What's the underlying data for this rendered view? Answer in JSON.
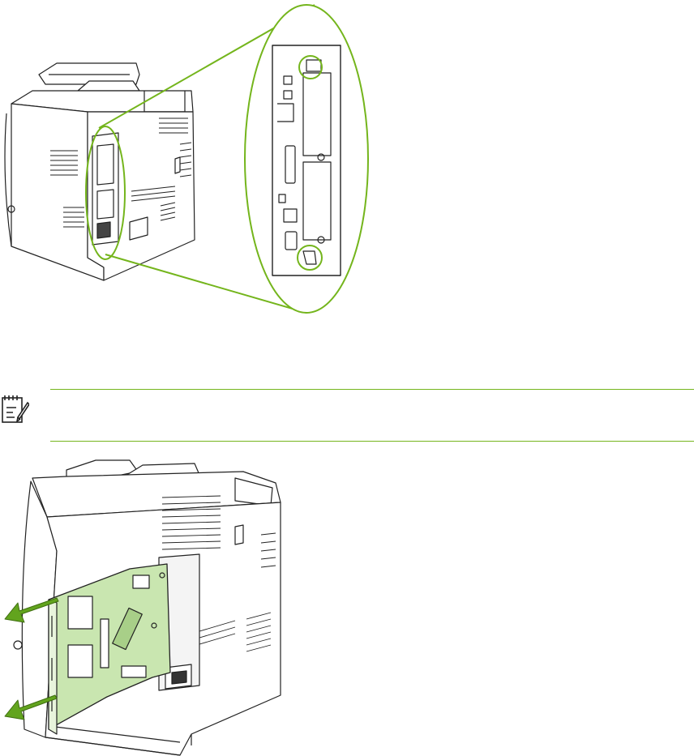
{
  "page": {
    "accent_color": "#74b51c",
    "line_color": "#222222"
  },
  "figure_top": {
    "subject": "printer-rear-view-with-formatter-callout",
    "callout_highlights": [
      "top-thumbscrew",
      "bottom-thumbscrew"
    ]
  },
  "note": {
    "icon": "note-pencil-icon",
    "text": ""
  },
  "figure_bottom": {
    "subject": "printer-formatter-board-removal",
    "arrows": 2
  }
}
